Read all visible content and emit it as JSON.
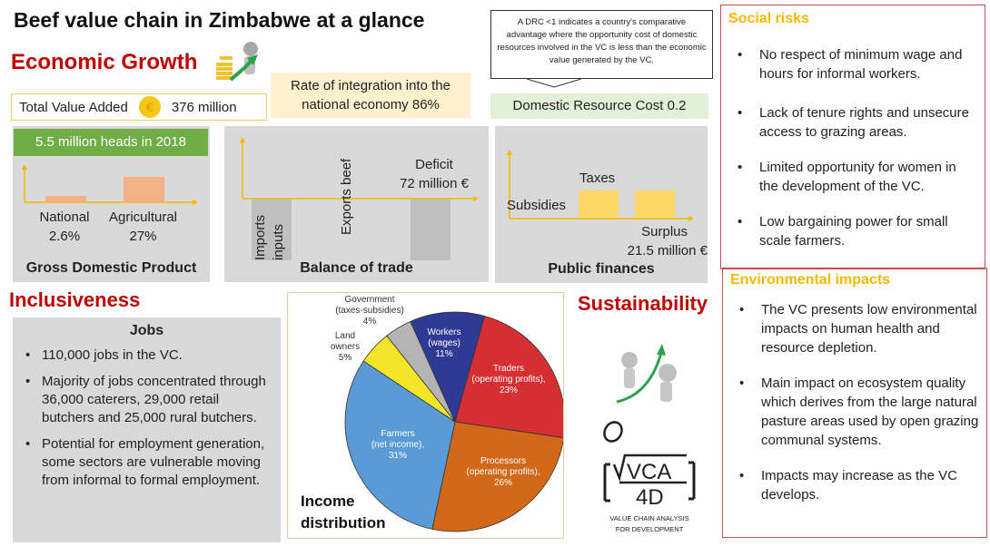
{
  "title": "Beef value chain in Zimbabwe at a glance",
  "economic": {
    "heading": "Economic Growth",
    "tva_label": "Total Value Added",
    "tva_icon": "euro-coin-icon",
    "tva_value": "376 million",
    "integration": "Rate of integration into the national economy 86%",
    "drc_note": "A DRC <1 indicates a country's comparative advantage where the opportunity cost of domestic resources involved in the VC is less than the economic value generated by the VC.",
    "drc": "Domestic Resource Cost 0.2"
  },
  "gdp": {
    "header": "5.5 million heads in 2018",
    "national_label": "National",
    "national_value": "2.6%",
    "agri_label": "Agricultural",
    "agri_value": "27%",
    "title": "Gross Domestic Product"
  },
  "trade": {
    "imports": "Imports",
    "inputs": "inputs",
    "exports": "Exports beef",
    "deficit_label": "Deficit",
    "deficit_value": "72 million €",
    "title": "Balance of trade"
  },
  "finances": {
    "taxes": "Taxes",
    "subsidies": "Subsidies",
    "surplus_label": "Surplus",
    "surplus_value": "21.5 million €",
    "title": "Public finances"
  },
  "social": {
    "heading": "Social risks",
    "items": [
      "No respect of minimum wage and hours for informal workers.",
      "Lack of tenure rights and unsecure access to grazing areas.",
      "Limited opportunity for women in the development of the VC.",
      "Low bargaining power for small scale farmers."
    ]
  },
  "environment": {
    "heading": "Environmental impacts",
    "items": [
      "The VC presents low environmental impacts on human health and resource depletion.",
      "Main impact on ecosystem quality which derives from the large natural pasture areas used by open grazing communal systems.",
      "Impacts may increase as the VC develops."
    ]
  },
  "inclusiveness": {
    "heading": "Inclusiveness",
    "jobs_title": "Jobs",
    "items": [
      "110,000 jobs in the VC.",
      "Majority of jobs concentrated through 36,000 caterers, 29,000 retail butchers and 25,000 rural butchers.",
      "Potential for employment generation, some sectors are vulnerable moving from informal to formal employment."
    ]
  },
  "sustainability": {
    "heading": "Sustainability",
    "logo_text": "VCA 4D VALUE CHAIN ANALYSIS FOR DEVELOPMENT"
  },
  "chart_data": {
    "type": "pie",
    "title": "Income distribution",
    "slices": [
      {
        "name": "Workers",
        "sub": "(wages)",
        "value": 11,
        "label": "11%",
        "color": "#2e3a94"
      },
      {
        "name": "Traders",
        "sub": "(operating profits),",
        "value": 23,
        "label": "23%",
        "color": "#d62f33"
      },
      {
        "name": "Processors",
        "sub": "(operating profits),",
        "value": 26,
        "label": "26%",
        "color": "#d2691a"
      },
      {
        "name": "Farmers",
        "sub": "(net income),",
        "value": 31,
        "label": "31%",
        "color": "#5b9bd5"
      },
      {
        "name": "Land",
        "sub": "owners",
        "value": 5,
        "label": "5%",
        "color": "#f5e52a"
      },
      {
        "name": "Government",
        "sub": "(taxes-subsidies)",
        "value": 4,
        "label": "4%",
        "color": "#b4b4b4"
      }
    ]
  }
}
